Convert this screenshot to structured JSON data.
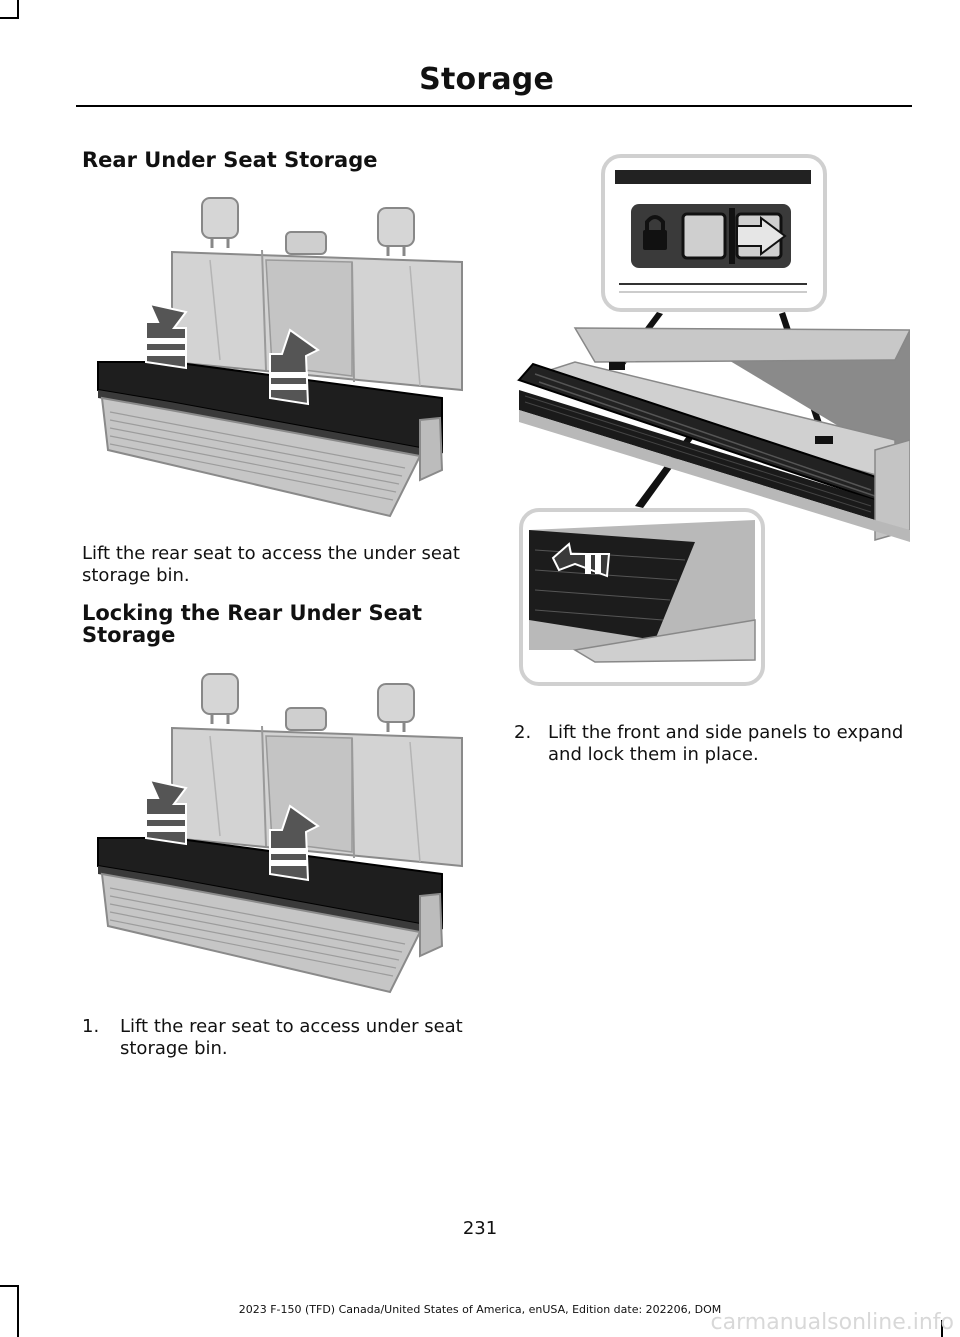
{
  "header": {
    "title": "Storage"
  },
  "section1": {
    "heading": "Rear Under Seat Storage",
    "body": "Lift the rear seat to access the under seat storage bin."
  },
  "section2": {
    "heading_line1": "Locking the Rear Under Seat",
    "heading_line2": "Storage"
  },
  "steps": [
    {
      "number": "1.",
      "line1": "Lift the rear seat to access under seat",
      "line2": "storage bin."
    },
    {
      "number": "2.",
      "line1": "Lift the front and side panels to expand",
      "line2": "and lock them in place."
    }
  ],
  "footer": {
    "page_number": "231",
    "edition": "2023 F-150 (TFD) Canada/United States of America, enUSA, Edition date: 202206, DOM"
  },
  "watermark": "carmanualsonline.info"
}
